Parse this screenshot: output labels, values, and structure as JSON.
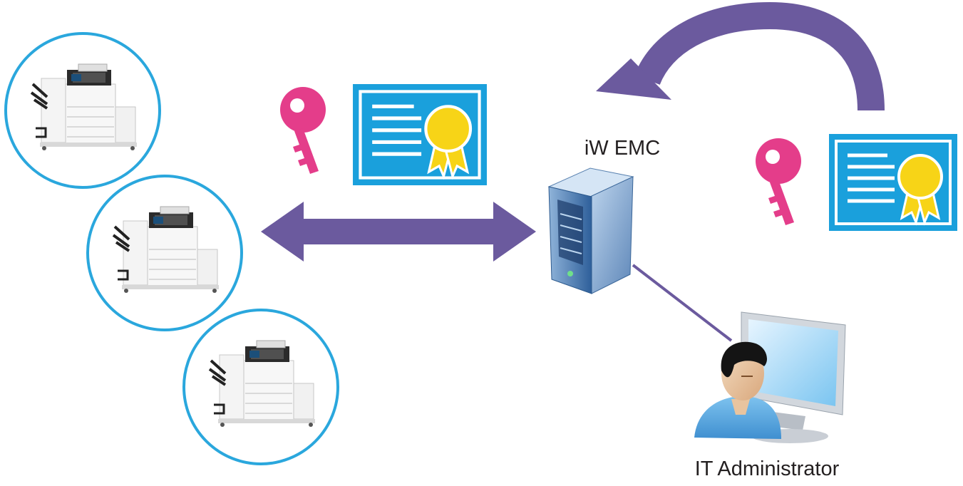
{
  "labels": {
    "server": "iW EMC",
    "admin": "IT Administrator"
  },
  "nodes": {
    "devices": [
      {
        "icon": "multifunction-printer-icon"
      },
      {
        "icon": "multifunction-printer-icon"
      },
      {
        "icon": "multifunction-printer-icon"
      }
    ],
    "server": {
      "icon": "server-tower-icon"
    },
    "admin": {
      "icon": "admin-workstation-icon"
    }
  },
  "edges": [
    {
      "from": "devices",
      "to": "server",
      "style": "double-arrow"
    },
    {
      "from": "admin",
      "to": "server",
      "style": "line"
    },
    {
      "from": "admin-credentials",
      "to": "server",
      "style": "curved-arrow"
    }
  ],
  "colors": {
    "arrow": "#6b5a9e",
    "circle": "#2aa7dd",
    "key": "#e43d8a",
    "certificate_bg": "#1aa0dc",
    "certificate_seal": "#f7d417"
  }
}
